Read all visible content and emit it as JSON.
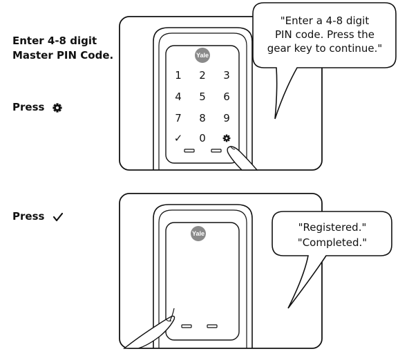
{
  "steps": [
    {
      "label_line1": "Enter 4-8 digit",
      "label_line2": "Master PIN Code."
    },
    {
      "label": "Press",
      "icon": "gear-icon"
    },
    {
      "label": "Press",
      "icon": "check-icon"
    }
  ],
  "brand": "Yale",
  "keypad": {
    "keys": [
      "1",
      "2",
      "3",
      "4",
      "5",
      "6",
      "7",
      "8",
      "9",
      "✓",
      "0",
      "gear"
    ]
  },
  "bubble_top": {
    "line1": "\"Enter a 4-8 digit",
    "line2": "PIN code. Press the",
    "line3": "gear key to continue.\""
  },
  "bubble_bottom": {
    "line1": "\"Registered.\"",
    "line2": "\"Completed.\""
  }
}
